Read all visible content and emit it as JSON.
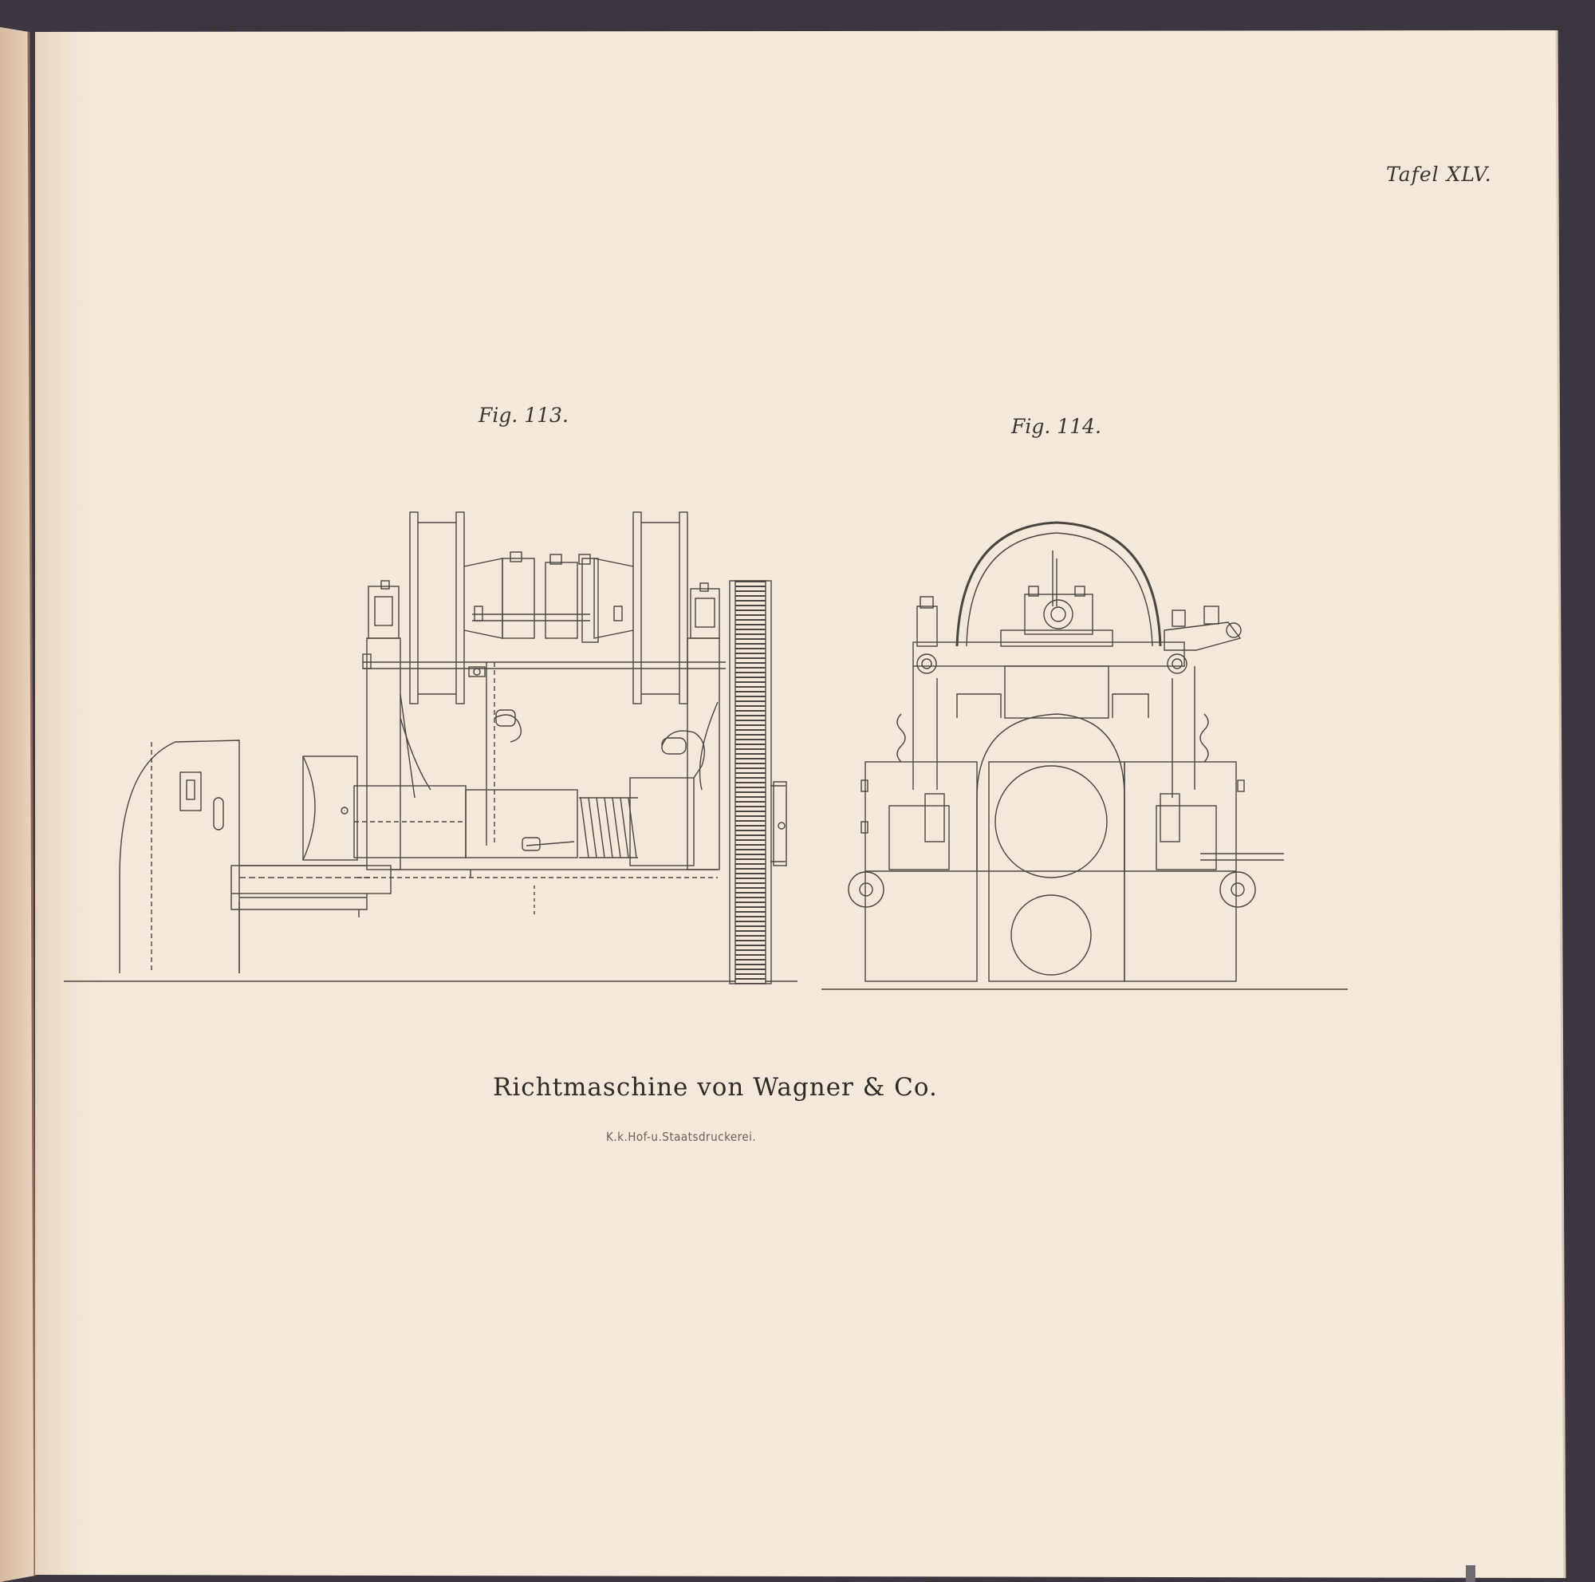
{
  "plate": {
    "label": "Tafel XLV."
  },
  "figures": [
    {
      "label": "Fig. 113."
    },
    {
      "label": "Fig. 114."
    }
  ],
  "caption": {
    "title": "Richtmaschine von Wagner & Co.",
    "printer": "K.k.Hof-u.Staatsdruckerei."
  },
  "colors": {
    "paper": "#f3e8da",
    "ink": "#4a4540",
    "cover": "#3b3640"
  }
}
